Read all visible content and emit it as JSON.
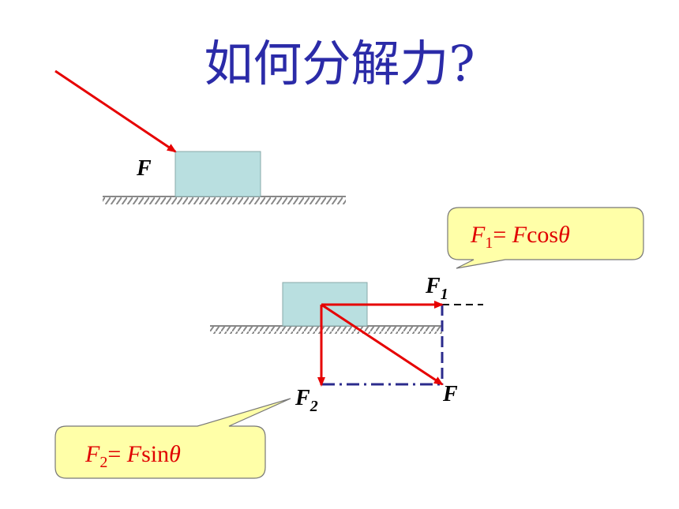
{
  "title": "如何分解力?",
  "labels": {
    "force_top": "F",
    "f1_main": "F",
    "f1_sub": "1",
    "f2_main": "F",
    "f2_sub": "2",
    "force_bottom": "F"
  },
  "callouts": {
    "f1": {
      "pre": "F",
      "sub": "1",
      "mid": "= ",
      "var": "F",
      "func": "cos",
      "theta": "θ"
    },
    "f2": {
      "pre": "F",
      "sub": "2",
      "mid": "= ",
      "var": "F",
      "func": "sin",
      "theta": "θ"
    }
  },
  "colors": {
    "force": "#e60000",
    "block": "#b9dfe0",
    "callout_fill": "#ffffa8",
    "dash": "#2b2b8c",
    "title": "#2b2ba8"
  }
}
